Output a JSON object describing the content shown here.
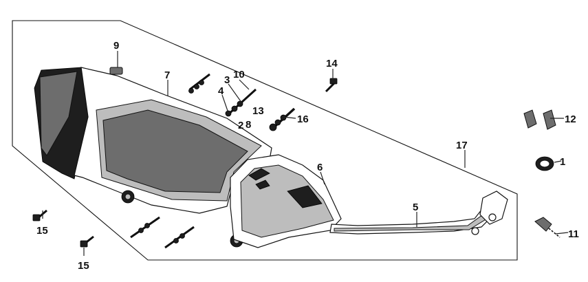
{
  "diagram": {
    "callouts": [
      {
        "id": "c1",
        "label": "1"
      },
      {
        "id": "c2",
        "label": "2"
      },
      {
        "id": "c3",
        "label": "3"
      },
      {
        "id": "c4",
        "label": "4"
      },
      {
        "id": "c5",
        "label": "5"
      },
      {
        "id": "c6",
        "label": "6"
      },
      {
        "id": "c7",
        "label": "7"
      },
      {
        "id": "c8",
        "label": "8"
      },
      {
        "id": "c9",
        "label": "9"
      },
      {
        "id": "c10",
        "label": "10"
      },
      {
        "id": "c11",
        "label": "11"
      },
      {
        "id": "c12",
        "label": "12"
      },
      {
        "id": "c13",
        "label": "13"
      },
      {
        "id": "c14",
        "label": "14"
      },
      {
        "id": "c15a",
        "label": "15"
      },
      {
        "id": "c15b",
        "label": "15"
      },
      {
        "id": "c16",
        "label": "16"
      },
      {
        "id": "c17",
        "label": "17"
      }
    ]
  }
}
